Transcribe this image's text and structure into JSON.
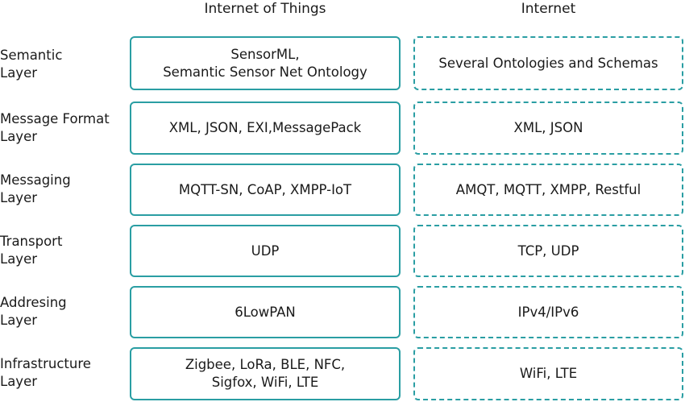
{
  "headers": {
    "iot": "Internet of Things",
    "internet": "Internet"
  },
  "rows": [
    {
      "label": "Semantic\nLayer",
      "iot": "SensorML,\nSemantic Sensor Net Ontology",
      "internet": "Several Ontologies and Schemas"
    },
    {
      "label": "Message Format\nLayer",
      "iot": "XML, JSON, EXI,MessagePack",
      "internet": "XML, JSON"
    },
    {
      "label": "Messaging\nLayer",
      "iot": "MQTT-SN, CoAP, XMPP-IoT",
      "internet": "AMQT, MQTT, XMPP, Restful"
    },
    {
      "label": "Transport\nLayer",
      "iot": "UDP",
      "internet": "TCP, UDP"
    },
    {
      "label": "Addresing\nLayer",
      "iot": "6LowPAN",
      "internet": "IPv4/IPv6"
    },
    {
      "label": "Infrastructure\nLayer",
      "iot": "Zigbee, LoRa, BLE, NFC,\nSigfox, WiFi, LTE",
      "internet": "WiFi, LTE"
    }
  ],
  "colors": {
    "border": "#2a9ea3"
  }
}
